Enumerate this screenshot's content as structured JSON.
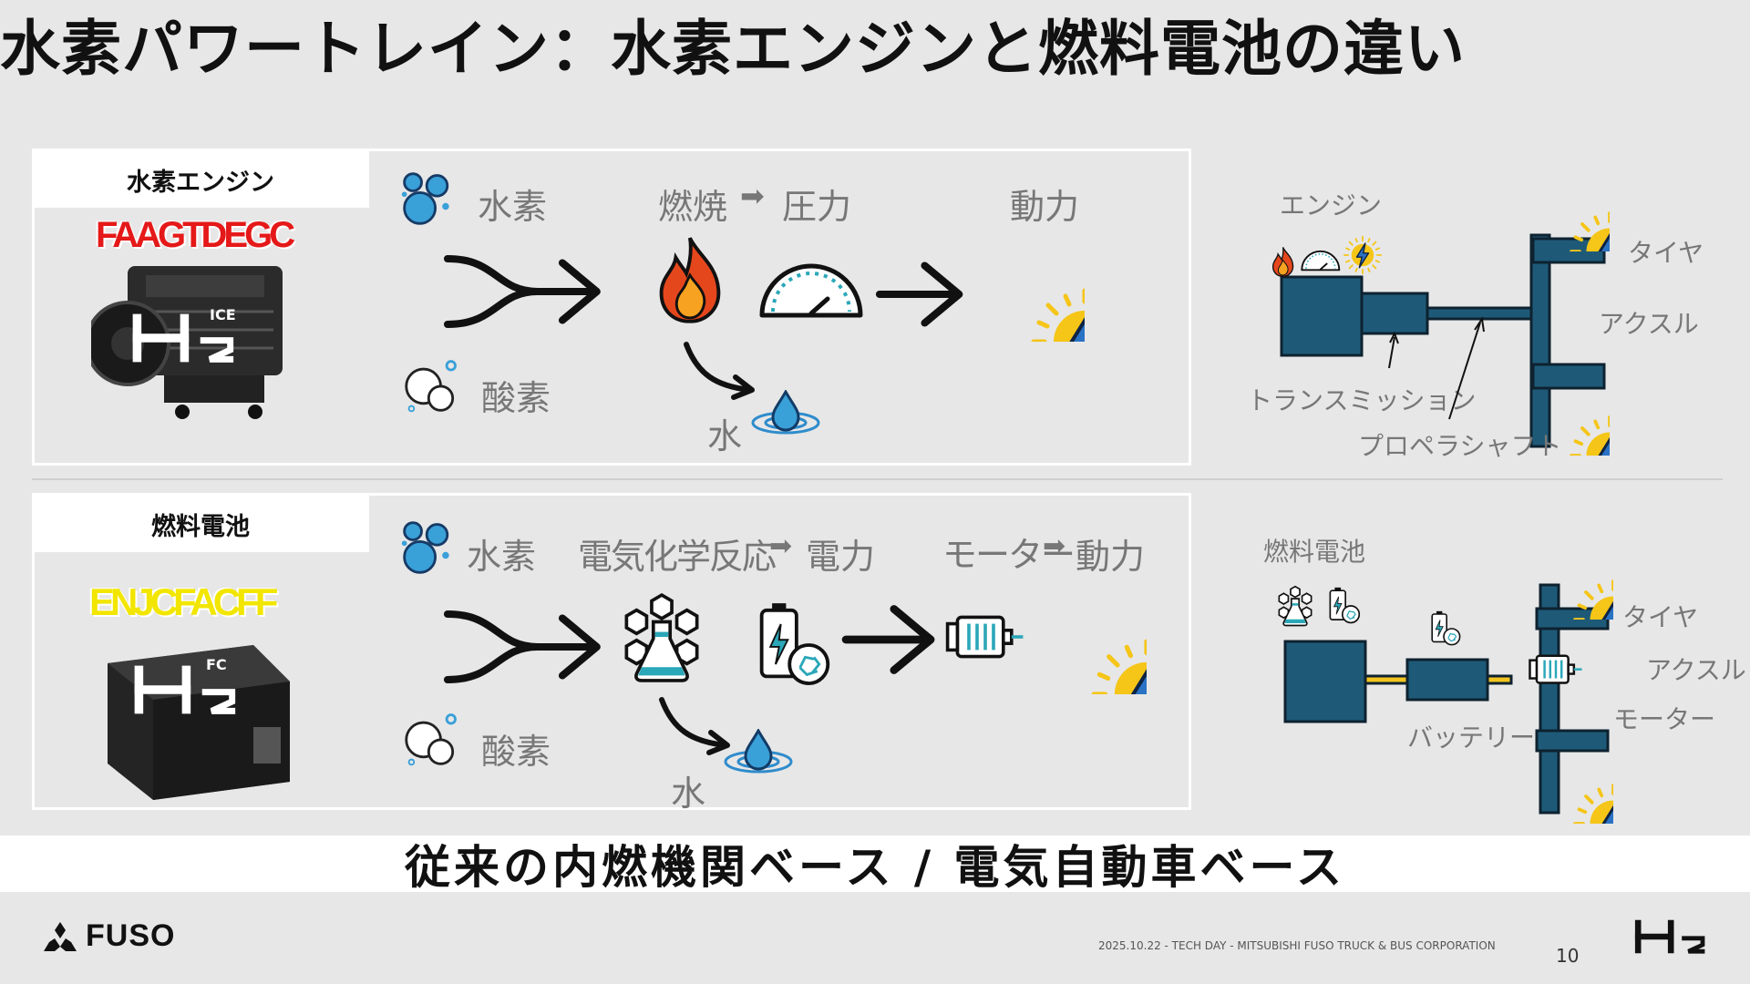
{
  "title": "水素パワートレイン：水素エンジンと燃料電池の違い",
  "engine_section": {
    "tag": "水素エンジン",
    "logo_text": "FAAGTDEGC",
    "h2_super": "ICE",
    "flow": {
      "hydrogen": "水素",
      "oxygen": "酸素",
      "combustion": "燃焼",
      "pressure": "圧力",
      "power": "動力",
      "water": "水"
    },
    "diagram": {
      "engine": "エンジン",
      "tire": "タイヤ",
      "axle": "アクスル",
      "transmission": "トランスミッション",
      "propeller_shaft": "プロペラシャフト"
    }
  },
  "fc_section": {
    "tag": "燃料電池",
    "logo_text": "ENJCFACFF",
    "h2_super": "FC",
    "flow": {
      "hydrogen": "水素",
      "oxygen": "酸素",
      "reaction": "電気化学反応",
      "electricity": "電力",
      "motor": "モーター",
      "power": "動力",
      "water": "水"
    },
    "diagram": {
      "fuel_cell": "燃料電池",
      "tire": "タイヤ",
      "axle": "アクスル",
      "battery": "バッテリー",
      "motor": "モーター"
    }
  },
  "bottom_banner": "従来の内燃機関ベース / 電気自動車ベース",
  "footer": {
    "brand": "FUSO",
    "credit": "2025.10.22 - TECH DAY - MITSUBISHI FUSO TRUCK & BUS CORPORATION",
    "page": "10"
  },
  "colors": {
    "bg": "#e7e7e7",
    "diagram_blue": "#1e5a78",
    "bolt_yellow": "#f5c518",
    "water_blue": "#3aa0d8"
  }
}
